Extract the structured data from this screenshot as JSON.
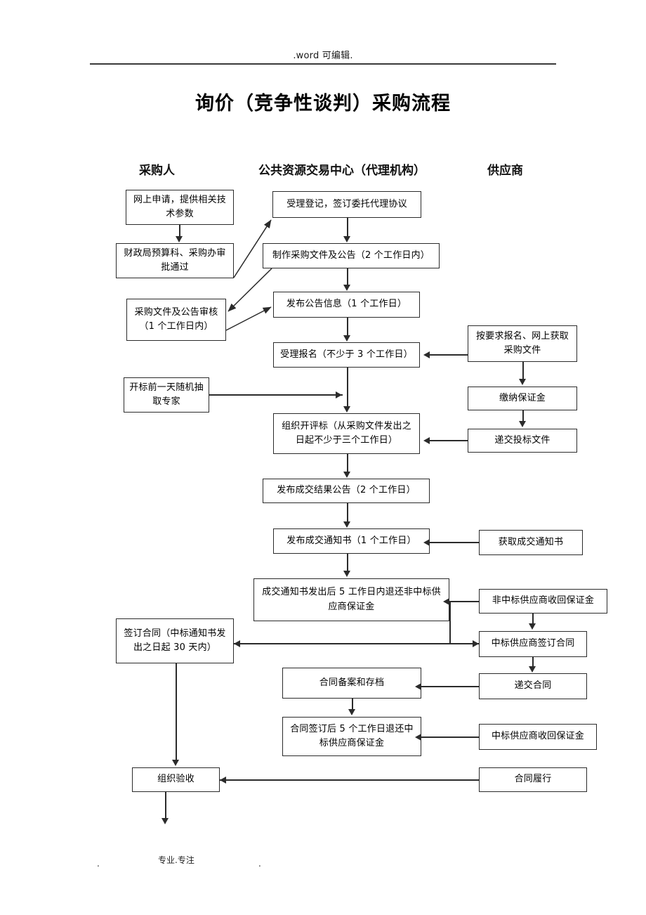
{
  "header": {
    "watermark": ".word 可编辑."
  },
  "title": "询价（竞争性谈判）采购流程",
  "columns": [
    {
      "label": "采购人"
    },
    {
      "label": "公共资源交易中心（代理机构）"
    },
    {
      "label": "供应商"
    }
  ],
  "nodes": {
    "buyer_apply": "网上申请，提供相关技术参数",
    "finance_approve": "财政局预算科、采购办审批通过",
    "doc_review": "采购文件及公告审核（1 个工作日内）",
    "expert_draw": "开标前一天随机抽取专家",
    "sign_contract_buyer": "签订合同（中标通知书发出之日起 30 天内）",
    "acceptance": "组织验收",
    "accept_register": "受理登记，签订委托代理协议",
    "make_docs": "制作采购文件及公告（2 个工作日内）",
    "publish_notice": "发布公告信息（1 个工作日）",
    "accept_signup": "受理报名（不少于 3 个工作日）",
    "open_evaluate": "组织开评标（从采购文件发出之日起不少于三个工作日）",
    "publish_result": "发布成交结果公告（2 个工作日）",
    "issue_notice": "发布成交通知书（1 个工作日）",
    "refund_nonwinner": "成交通知书发出后 5 工作日内退还非中标供应商保证金",
    "contract_archive": "合同备案和存档",
    "refund_winner": "合同签订后 5 个工作日退还中标供应商保证金",
    "supplier_signup": "按要求报名、网上获取采购文件",
    "pay_deposit": "缴纳保证金",
    "submit_bid": "递交投标文件",
    "get_notice": "获取成交通知书",
    "nonwinner_reclaim": "非中标供应商收回保证金",
    "winner_sign": "中标供应商签订合同",
    "submit_contract": "递交合同",
    "winner_reclaim": "中标供应商收回保证金",
    "contract_perform": "合同履行"
  },
  "footer": {
    "left_dot": ".",
    "center_text": "专业.专注",
    "right_dot": "."
  },
  "colors": {
    "line": "#2b2b2b",
    "text": "#000000",
    "background": "#ffffff"
  }
}
